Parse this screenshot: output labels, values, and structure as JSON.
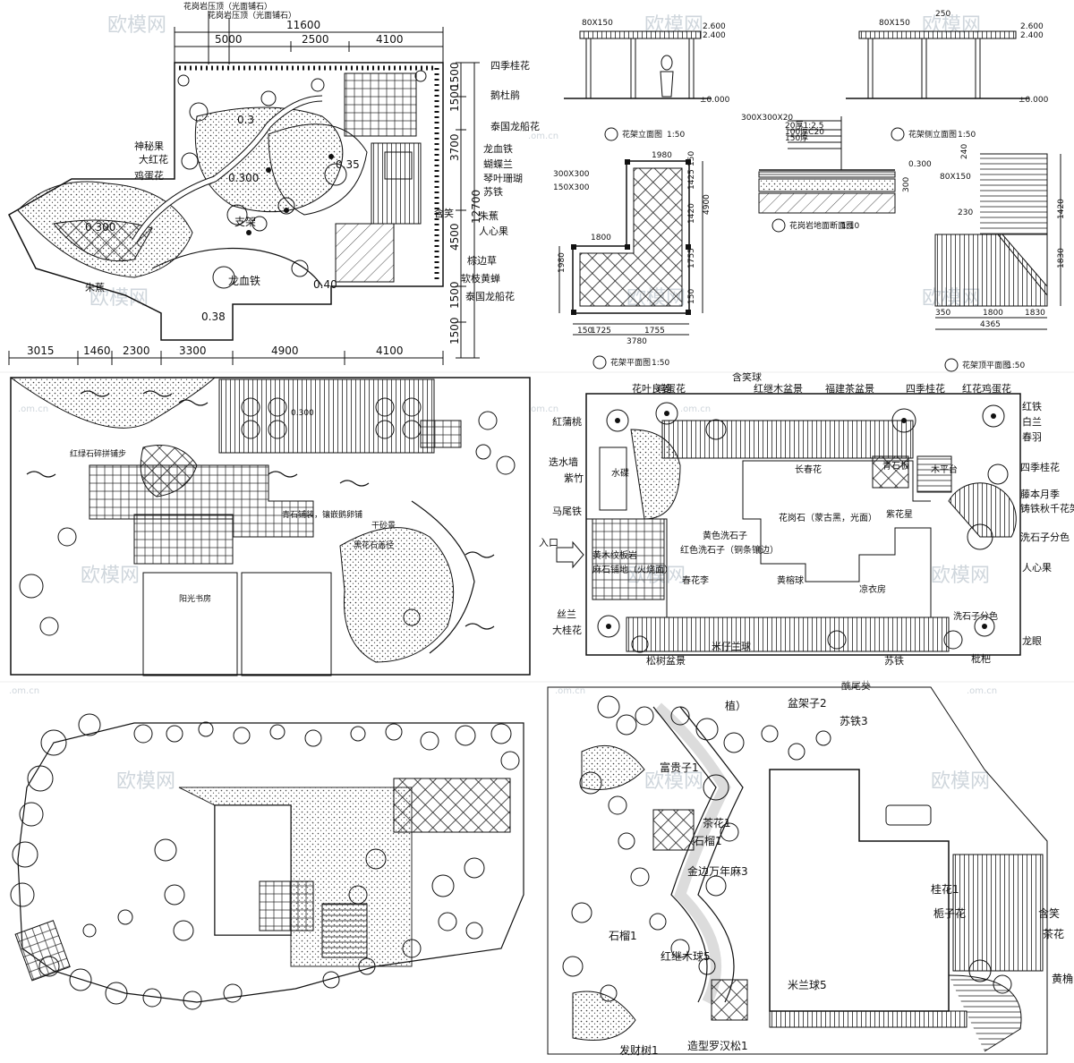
{
  "watermark": {
    "brand": "欧模网",
    "domain": "www.om.cn",
    "domain_short": ".om.cn"
  },
  "panel1": {
    "top_dims": [
      "11600",
      "5000",
      "2500",
      "4100"
    ],
    "bottom_dims": [
      "3015",
      "1460",
      "2300",
      "3300",
      "4900",
      "4100"
    ],
    "right_dims": [
      "1500",
      "1500",
      "3700",
      "12700",
      "4500",
      "1500",
      "1500"
    ],
    "top_notes": [
      "花岗岩压顶（光面铺石）",
      "花岗岩压顶（光面铺石）"
    ],
    "right_labels": [
      "四季桂花",
      "鹅杜鹃",
      "泰国龙船花",
      "龙血铁",
      "蝴蝶兰",
      "琴叶珊瑚",
      "苏铁",
      "含笑",
      "朱蕉",
      "人心果",
      "棕边草",
      "软枝黄蝉",
      "泰国龙船花"
    ],
    "left_labels": [
      "神秘果",
      "大红花",
      "鸡蛋花",
      "朱蕉"
    ],
    "inner_labels": [
      "龙血铁",
      "支架",
      "0.3",
      "0.300",
      "0.35",
      "0.40",
      "0.38",
      "0.300"
    ]
  },
  "panel2": {
    "elev1_title": "花架立面图",
    "elev1_scale": "1:50",
    "elev1_dim": "80X150",
    "elev1_levels": [
      "2.600",
      "2.400",
      "±0.000"
    ],
    "elev2_title": "花架侧立面图",
    "elev2_scale": "1:50",
    "elev2_dim": "80X150",
    "elev2_levels": [
      "2.600",
      "2.400",
      "±0.000"
    ],
    "elev2_top": "250",
    "plan_title": "花架平面图",
    "plan_scale": "1:50",
    "plan_dims": [
      "1980",
      "150",
      "1425",
      "1420",
      "4900",
      "1755",
      "150",
      "1725",
      "1755",
      "3780",
      "150",
      "1800",
      "1980"
    ],
    "plan_notes": [
      "300X300",
      "150X300"
    ],
    "section_title": "花岗岩地面断面图",
    "section_scale": "1:10",
    "section_notes": [
      "300X300X20",
      "20厚1:2.5",
      "100厚C20",
      "150厚",
      "0.300",
      "300"
    ],
    "top_title": "花架顶平面图",
    "top_scale": "1:50",
    "top_dims": [
      "240",
      "80X150",
      "230",
      "1420",
      "1830",
      "350",
      "1800",
      "1830",
      "4365"
    ]
  },
  "panel3": {
    "labels": [
      "红绿石碎拼铺步",
      "青石铺装，镶嵌鹅卵铺",
      "阳光书房",
      "黑花石盖径",
      "干砂景",
      "0.300"
    ]
  },
  "panel4": {
    "entrance": "入口",
    "top_labels": [
      "花叶良姜",
      "鸡蛋花",
      "含笑球",
      "红继木盆景",
      "福建茶盆景",
      "四季桂花",
      "红花鸡蛋花"
    ],
    "left_labels": [
      "紅蒲桃",
      "迭水墙",
      "紫竹",
      "马尾铁",
      "丝兰",
      "大桂花"
    ],
    "right_labels": [
      "红铁",
      "白兰",
      "春羽",
      "四季桂花",
      "藤本月季",
      "铸铁秋千花架",
      "洗石子分色",
      "人心果",
      "龙眼",
      "枇杷"
    ],
    "inner_labels": [
      "水碟",
      "长春花",
      "青石板",
      "木平台",
      "紫花星",
      "花岗石（蒙古黑，光面）",
      "黄色洗石子",
      "红色洗石子（铜条镶边）",
      "黄木纹板岩",
      "麻石铺地（火烧面）",
      "春花李",
      "黄榕球",
      "凉衣房",
      "洗石子分色"
    ],
    "bottom_labels": [
      "松树盆景",
      "米仔兰球",
      "苏铁",
      "酰尾葵"
    ]
  },
  "panel6": {
    "labels": [
      "植）",
      "盆架子2",
      "苏铁3",
      "富贵子1",
      "茶花1",
      "石榴1",
      "金边万年麻3",
      "石榴1",
      "红继木球5",
      "米兰球5",
      "发财树1",
      "造型罗汉松1",
      "桂花1",
      "栀子花",
      "含笑",
      "茶花",
      "黄桷"
    ]
  }
}
